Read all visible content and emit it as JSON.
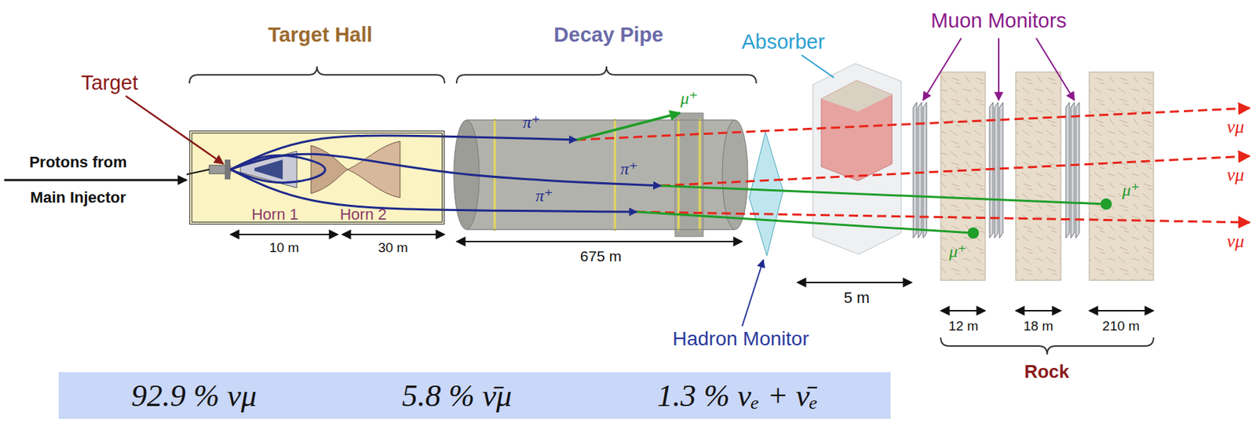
{
  "diagram": {
    "nodes": [
      {
        "text": [
          "Horn 1",
          "Horn 2"
        ]
      },
      {
        "text": [
          "92.9 % νμ",
          "5.8 % ν̄μ",
          "1.3 % νₑ + ν̄ₑ"
        ]
      }
    ],
    "labels": [
      "Target Hall",
      "Decay Pipe",
      "Absorber",
      "Muon Monitors",
      "Target",
      "Protons from Main Injector",
      "π⁺",
      "μ⁺",
      "π⁺",
      "π⁺",
      "νμ",
      "νμ",
      "νμ",
      "μ⁺",
      "μ⁺",
      "10 m",
      "30 m",
      "675 m",
      "5 m",
      "12 m",
      "18 m",
      "210 m",
      "Hadron Monitor",
      "Rock"
    ]
  }
}
